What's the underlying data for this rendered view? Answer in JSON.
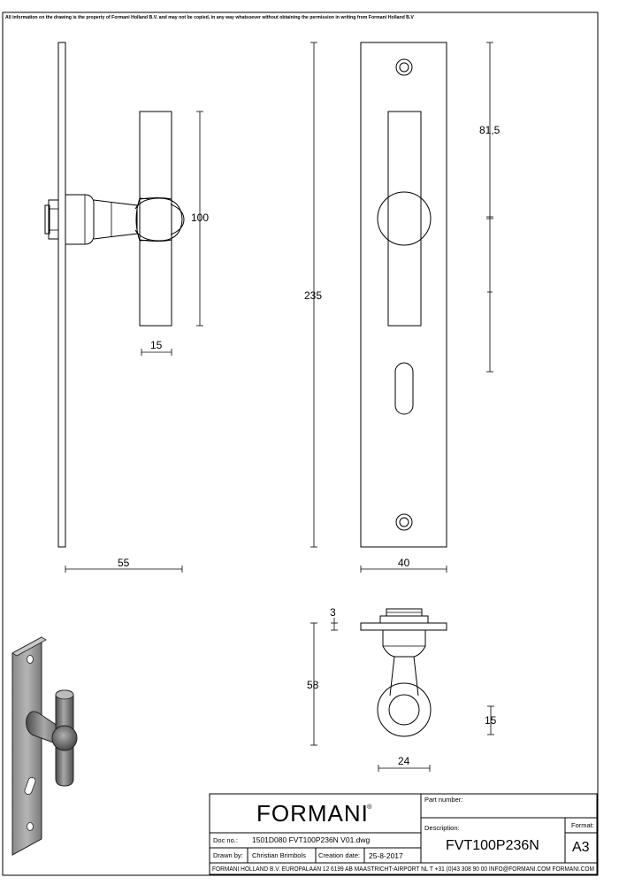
{
  "copyright_notice": "All information on the drawing is the property of Formani Holland B.V. and may not be copied, in any way whatsoever without obtaining the permission in writing from Formani Holland B.V",
  "dimensions": {
    "handle_length": "100",
    "handle_diameter": "15",
    "projection": "55",
    "plate_height": "235",
    "plate_width": "40",
    "spindle_distance": "81,5",
    "plate_thickness": "3",
    "total_depth": "58",
    "ring_depth": "15",
    "ring_width": "24"
  },
  "title_block": {
    "logo": "FORMANI",
    "registered_mark": "®",
    "doc_no_label": "Doc no.:",
    "doc_no_value": "1501D080 FVT100P236N V01.dwg",
    "drawn_by_label": "Drawn by:",
    "drawn_by_value": "Christian Brimbols",
    "creation_date_label": "Creation date:",
    "creation_date_value": "25-8-2017",
    "part_number_label": "Part number:",
    "description_label": "Description:",
    "description_value": "FVT100P236N",
    "format_label": "Format:",
    "format_value": "A3",
    "footer": "FORMANI HOLLAND B.V.  EUROPALAAN 12  6199 AB MAASTRICHT-AIRPORT NL  T +31 (0)43 308 90 00 INFO@FORMANI.COM FORMANI.COM"
  }
}
